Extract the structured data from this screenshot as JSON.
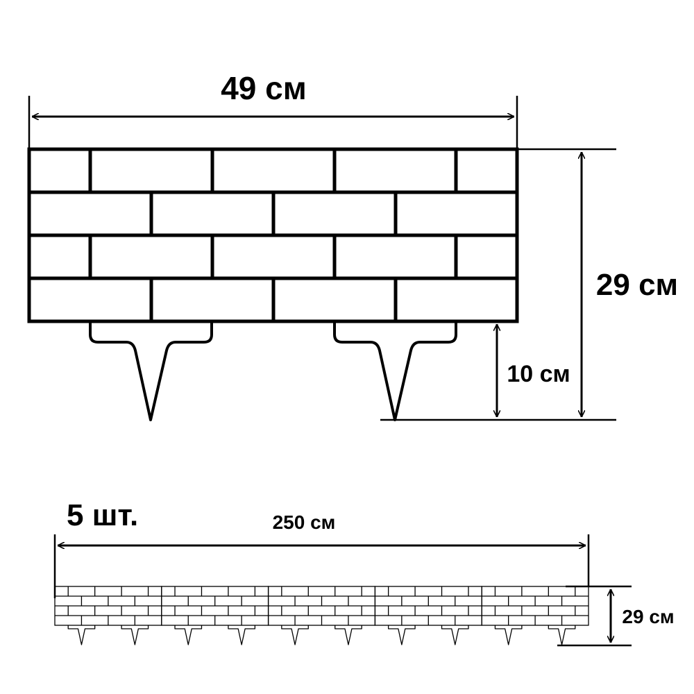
{
  "single_panel": {
    "width_label": "49 см",
    "height_label": "29 см",
    "spike_label": "10 см"
  },
  "assembly": {
    "count_label": "5 шт.",
    "total_width_label": "250 см",
    "height_label": "29 см",
    "panel_count": 5
  },
  "colors": {
    "line": "#000000",
    "background": "#ffffff"
  }
}
